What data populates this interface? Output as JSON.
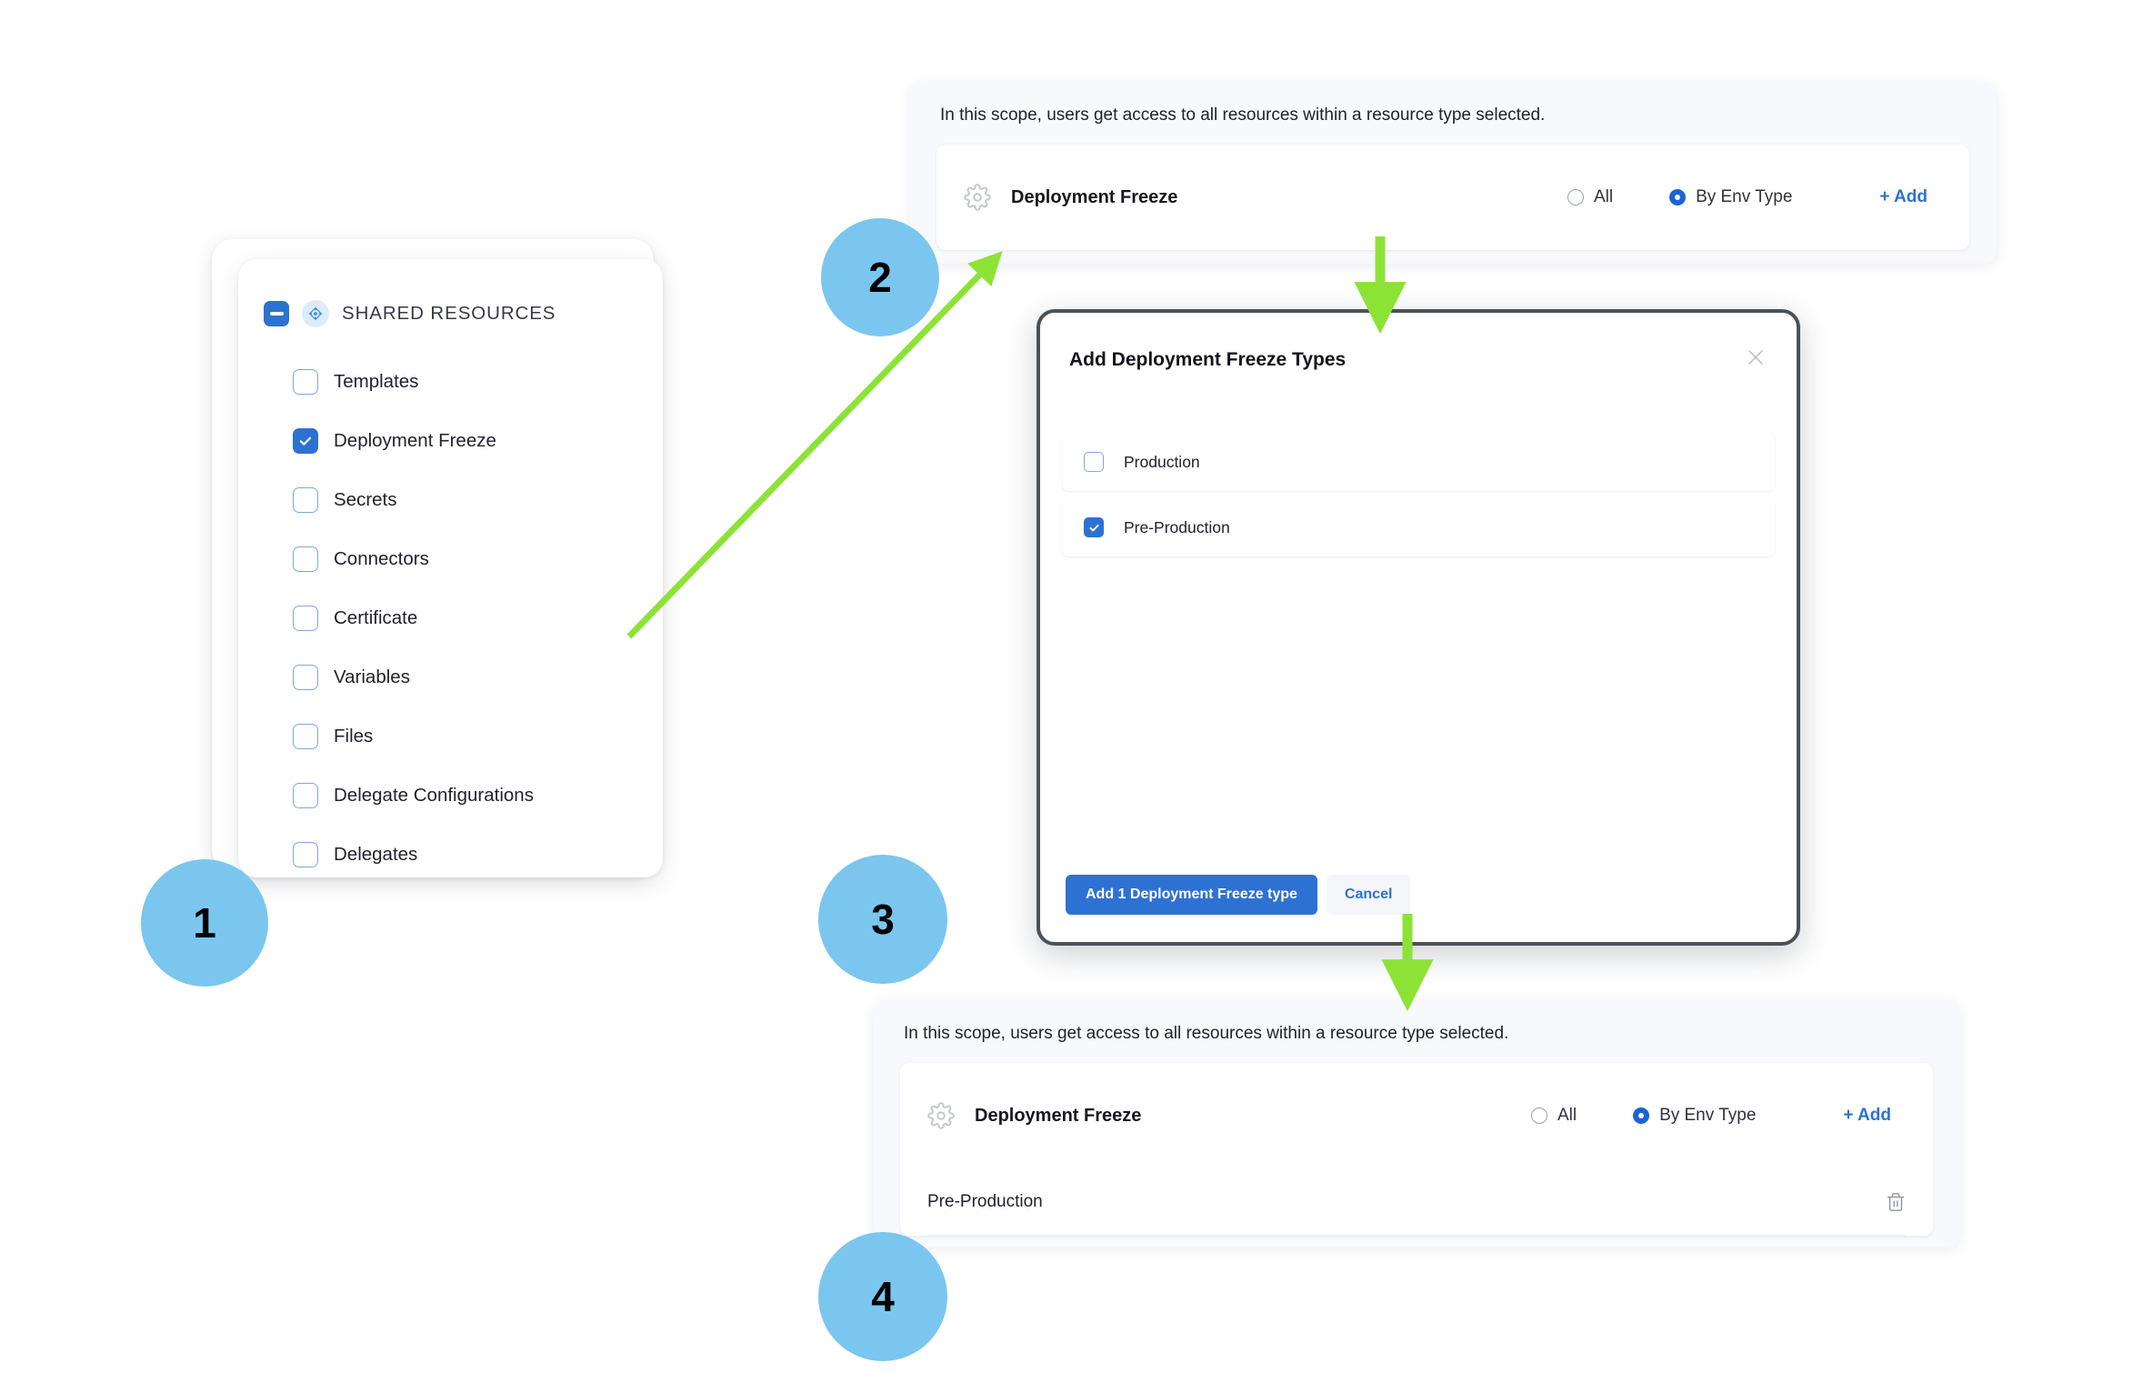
{
  "meta": {
    "accent_blue": "#2d72d2",
    "badge_blue": "#7ac6ef",
    "arrow_green": "#8ce336",
    "panel_bg": "#f7f9fc",
    "modal_border": "#4b5157"
  },
  "steps": [
    {
      "number": "1"
    },
    {
      "number": "2"
    },
    {
      "number": "3"
    },
    {
      "number": "4"
    }
  ],
  "tree": {
    "header_label": "SHARED RESOURCES",
    "header_checkbox_state": "indeterminate",
    "header_icon": "shared-resources-icon",
    "items": [
      {
        "label": "Templates",
        "checked": false
      },
      {
        "label": "Deployment Freeze",
        "checked": true
      },
      {
        "label": "Secrets",
        "checked": false
      },
      {
        "label": "Connectors",
        "checked": false
      },
      {
        "label": "Certificate",
        "checked": false
      },
      {
        "label": "Variables",
        "checked": false
      },
      {
        "label": "Files",
        "checked": false
      },
      {
        "label": "Delegate Configurations",
        "checked": false
      },
      {
        "label": "Delegates",
        "checked": false
      }
    ]
  },
  "scope_before": {
    "note": "In this scope, users get access to all resources within a resource type selected.",
    "resource_icon": "gear-icon",
    "resource_title": "Deployment Freeze",
    "radio_all_label": "All",
    "radio_all_selected": false,
    "radio_env_label": "By Env Type",
    "radio_env_selected": true,
    "add_label": "+ Add",
    "selected_items": []
  },
  "scope_after": {
    "note": "In this scope, users get access to all resources within a resource type selected.",
    "resource_icon": "gear-icon",
    "resource_title": "Deployment Freeze",
    "radio_all_label": "All",
    "radio_all_selected": false,
    "radio_env_label": "By Env Type",
    "radio_env_selected": true,
    "add_label": "+ Add",
    "selected_items": [
      {
        "label": "Pre-Production",
        "delete_icon": "trash-icon"
      }
    ]
  },
  "modal": {
    "title": "Add Deployment Freeze Types",
    "close_icon": "close-icon",
    "items": [
      {
        "label": "Production",
        "checked": false
      },
      {
        "label": "Pre-Production",
        "checked": true
      }
    ],
    "primary_button": "Add 1 Deployment Freeze type",
    "secondary_button": "Cancel"
  }
}
